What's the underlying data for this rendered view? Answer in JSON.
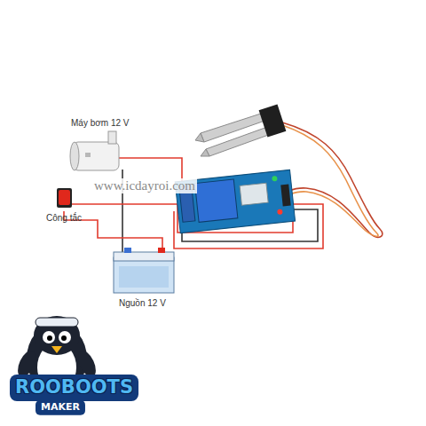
{
  "diagram": {
    "labels": [
      "Máy bơm 12 V",
      "Công tắc",
      "www.icdayroi.com",
      "Nguồn 12 V",
      "ROOBOOTS",
      "MAKER"
    ]
  }
}
